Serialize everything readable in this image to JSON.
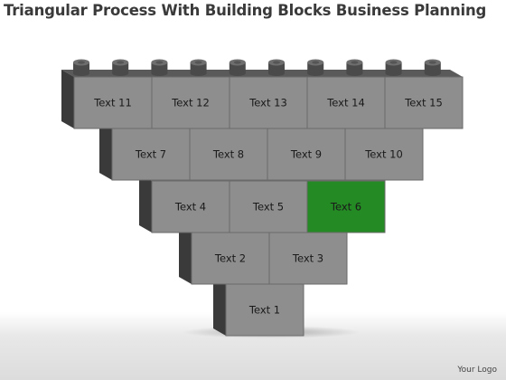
{
  "title": "Triangular Process With Building Blocks Business Planning",
  "logo": "Your Logo",
  "colors": {
    "block": "#8e8e8e",
    "block_dark": "#4a4a4a",
    "block_darker": "#3a3a3a",
    "highlight": "#248a24",
    "text": "#1a1a1a"
  },
  "rows": [
    {
      "blocks": [
        {
          "label": "Text 11"
        },
        {
          "label": "Text 12"
        },
        {
          "label": "Text 13"
        },
        {
          "label": "Text 14"
        },
        {
          "label": "Text 15"
        }
      ]
    },
    {
      "blocks": [
        {
          "label": "Text 7"
        },
        {
          "label": "Text 8"
        },
        {
          "label": "Text 9"
        },
        {
          "label": "Text 10"
        }
      ]
    },
    {
      "blocks": [
        {
          "label": "Text 4"
        },
        {
          "label": "Text 5"
        },
        {
          "label": "Text 6",
          "highlighted": true
        }
      ]
    },
    {
      "blocks": [
        {
          "label": "Text 2"
        },
        {
          "label": "Text 3"
        }
      ]
    },
    {
      "blocks": [
        {
          "label": "Text 1"
        }
      ]
    }
  ]
}
